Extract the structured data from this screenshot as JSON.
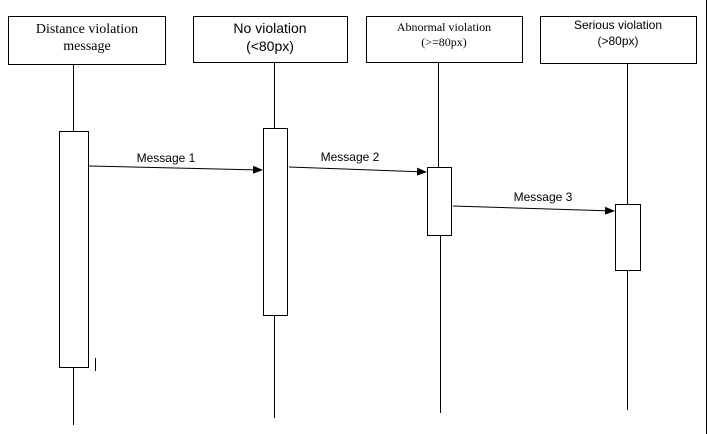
{
  "participants": [
    {
      "line1": "Distance violation",
      "line2": "message"
    },
    {
      "line1": "No violation",
      "line2": "(<80px)"
    },
    {
      "line1": "Abnormal violation",
      "line2": "(>=80px)"
    },
    {
      "line1": "Serious violation",
      "line2": "(>80px)"
    }
  ],
  "messages": [
    {
      "label": "Message 1",
      "from": 0,
      "to": 1
    },
    {
      "label": "Message 2",
      "from": 1,
      "to": 2
    },
    {
      "label": "Message 3",
      "from": 2,
      "to": 3
    }
  ],
  "colors": {
    "stroke": "#000000",
    "background": "#ffffff"
  }
}
